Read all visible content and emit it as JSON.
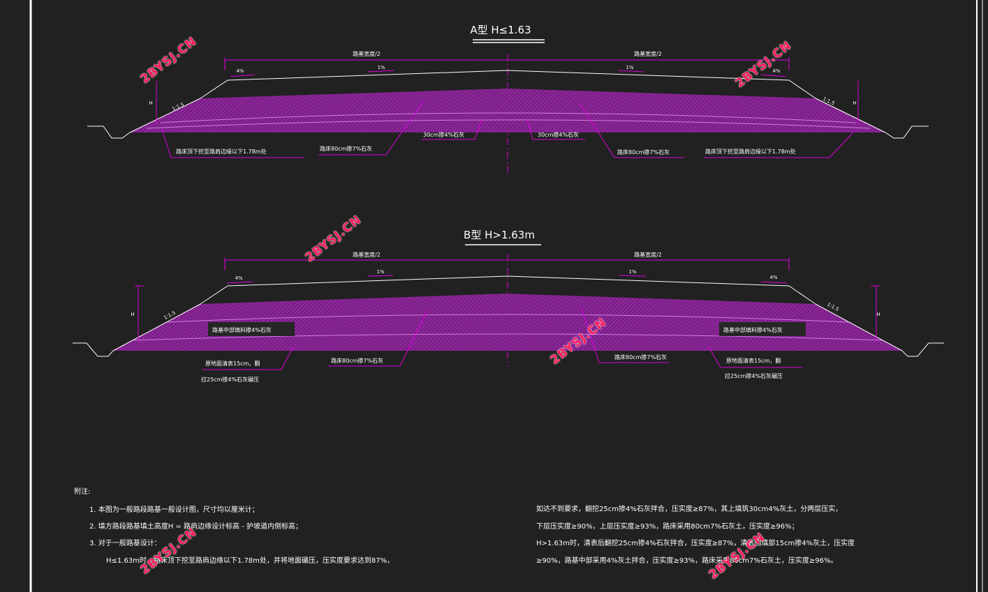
{
  "section_a": {
    "title": "A型 H≤1.63",
    "half_width_left": "路基宽度/2",
    "half_width_right": "路基宽度/2",
    "slope_shoulder_left": "4%",
    "slope_lane_left": "1%",
    "slope_lane_right": "1%",
    "slope_shoulder_right": "4%",
    "side_slope_left": "1:1.5",
    "side_slope_right": "1:1.5",
    "height_left": "H",
    "height_right": "H",
    "label_1": "路床顶下挖至路肩边缘以下1.78m处",
    "label_2": "路床80cm掺7%石灰",
    "label_3": "30cm掺4%石灰",
    "label_4": "30cm掺4%石灰",
    "label_5": "路床80cm掺7%石灰",
    "label_6": "路床顶下挖至路肩边缘以下1.78m处"
  },
  "section_b": {
    "title": "B型 H>1.63m",
    "half_width_left": "路基宽度/2",
    "half_width_right": "路基宽度/2",
    "slope_shoulder_left": "4%",
    "slope_lane_left": "1%",
    "slope_lane_right": "1%",
    "slope_shoulder_right": "4%",
    "side_slope_left": "1:1.5",
    "side_slope_right": "1:1.5",
    "height_left": "H",
    "height_right": "H",
    "box_left": "路基中部填料掺4%石灰",
    "box_right": "路基中部填料掺4%石灰",
    "label_1a": "原地面清表15cm，翻",
    "label_1b": "拉25cm掺4%石灰碾压",
    "label_2": "路床80cm掺7%石灰",
    "label_3": "路床80cm掺7%石灰",
    "label_4a": "原地面清表15cm，翻",
    "label_4b": "拉25cm掺4%石灰碾压"
  },
  "notes": {
    "heading": "附注:",
    "left": [
      "1. 本图为一般路段路基一般设计图，尺寸均以厘米计；",
      "2. 填方路段路基填土高度H = 路肩边缘设计标高 - 护坡道内侧标高；",
      "3. 对于一般路基设计：",
      "H≤1.63m时，路床顶下挖至路肩边缘以下1.78m处，并将地面碾压，压实度要求达到87%，"
    ],
    "right": [
      "如达不到要求，翻挖25cm掺4%石灰拌合，压实度≥87%，其上填筑30cm4%灰土，分两层压实，",
      "下层压实度≥90%，上层压实度≥93%，路床采用80cm7%石灰土，压实度≥96%；",
      "H>1.63m时，清表后翻挖25cm掺4%石灰拌合，压实度≥87%，清表回填部15cm掺4%灰土，压实度",
      "≥90%，路基中部采用4%灰土拌合，压实度≥93%，路床采用80cm7%石灰土，压实度≥96%。"
    ]
  },
  "watermark": "2BYSJ.CN",
  "colors": {
    "background": "#212121",
    "magenta": "#e000e0",
    "fill": "#7a1f86",
    "white": "#ffffff",
    "watermark": "#ff1a5a"
  }
}
